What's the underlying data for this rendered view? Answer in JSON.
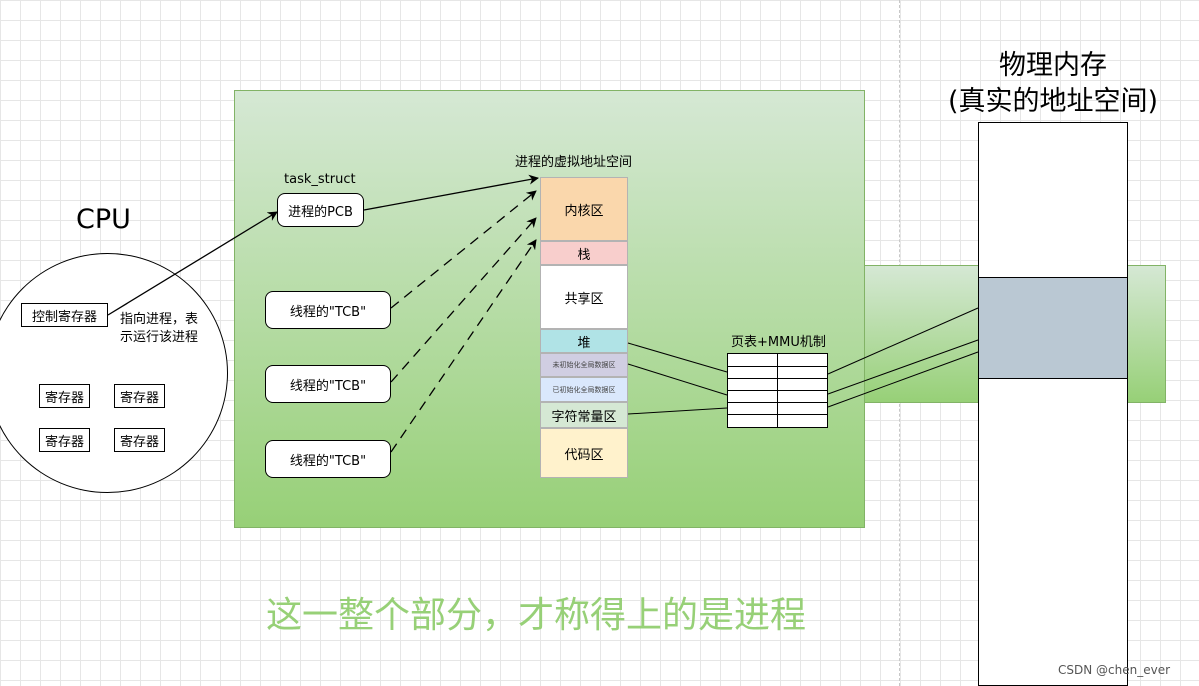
{
  "cpu": {
    "title": "CPU",
    "control_register": "控制寄存器",
    "register_1": "寄存器",
    "register_2": "寄存器",
    "register_3": "寄存器",
    "register_4": "寄存器",
    "pointer_note": "指向进程，表\n示运行该进程"
  },
  "process": {
    "task_struct_label": "task_struct",
    "pcb_label": "进程的PCB",
    "tcb_1": "线程的\"TCB\"",
    "tcb_2": "线程的\"TCB\"",
    "tcb_3": "线程的\"TCB\""
  },
  "address_space": {
    "title": "进程的虚拟地址空间",
    "kernel": "内核区",
    "stack": "栈",
    "shared": "共享区",
    "heap": "堆",
    "bss": "未初始化全局数据区",
    "data": "已初始化全局数据区",
    "rodata": "字符常量区",
    "code": "代码区"
  },
  "page_table": {
    "label": "页表+MMU机制"
  },
  "physical_memory": {
    "title_line1": "物理内存",
    "title_line2": "(真实的地址空间)"
  },
  "caption": "这一整个部分，才称得上的是进程",
  "watermark": "CSDN @chen_ever",
  "colors": {
    "region_top": "#d5e8d4",
    "region_bottom": "#97d077",
    "kernel": "#fad7ac",
    "stack": "#f8cecc",
    "heap": "#b0e3e6",
    "bss": "#d0cee2",
    "data": "#dae8fc",
    "rodata": "#d5e8d4",
    "code": "#fff2cc",
    "mapped_block": "#bac8d3",
    "caption": "#97d077"
  }
}
